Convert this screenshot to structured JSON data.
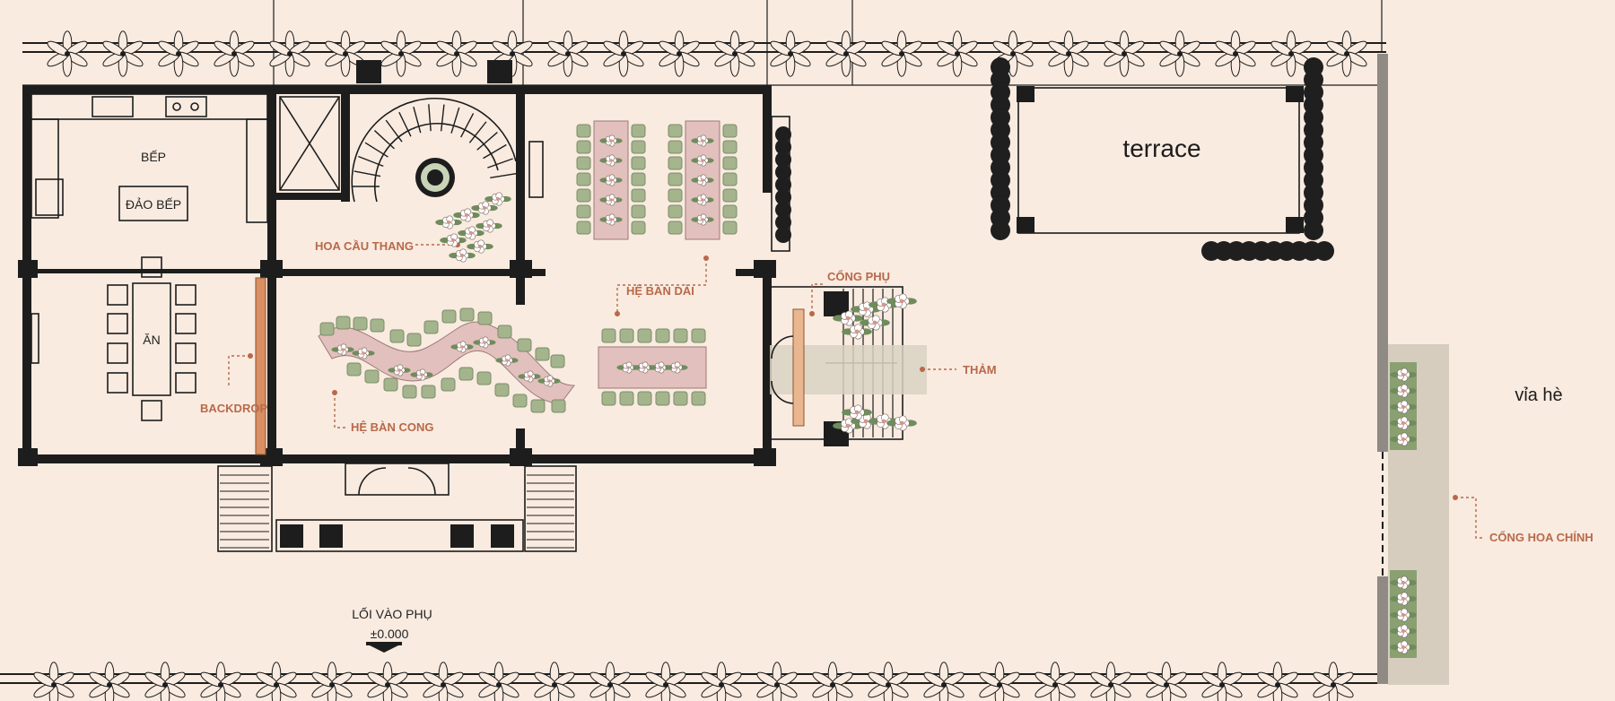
{
  "rooms": {
    "kitchen": "BẾP",
    "kitchen_island": "ĐẢO BẾP",
    "dining": "ĂN",
    "terrace": "terrace",
    "sidewalk": "vỉa hè"
  },
  "annotations": {
    "stair_flowers": "HOA CẦU THANG",
    "long_tables": "HỆ BÀN DÀI",
    "side_gate": "CỔNG PHỤ",
    "carpet": "THẢM",
    "backdrop": "BACKDROP",
    "curved_tables": "HỆ BÀN CONG",
    "main_flower_gate": "CỔNG HOA CHÍNH"
  },
  "entrance": {
    "label": "LỐI VÀO PHỤ",
    "level": "±0.000"
  },
  "colors": {
    "background": "#f9ebe0",
    "wall": "#1d1d1d",
    "annotation": "#b8694a",
    "chair": "#a4b58d",
    "table": "#e2c0bd"
  }
}
